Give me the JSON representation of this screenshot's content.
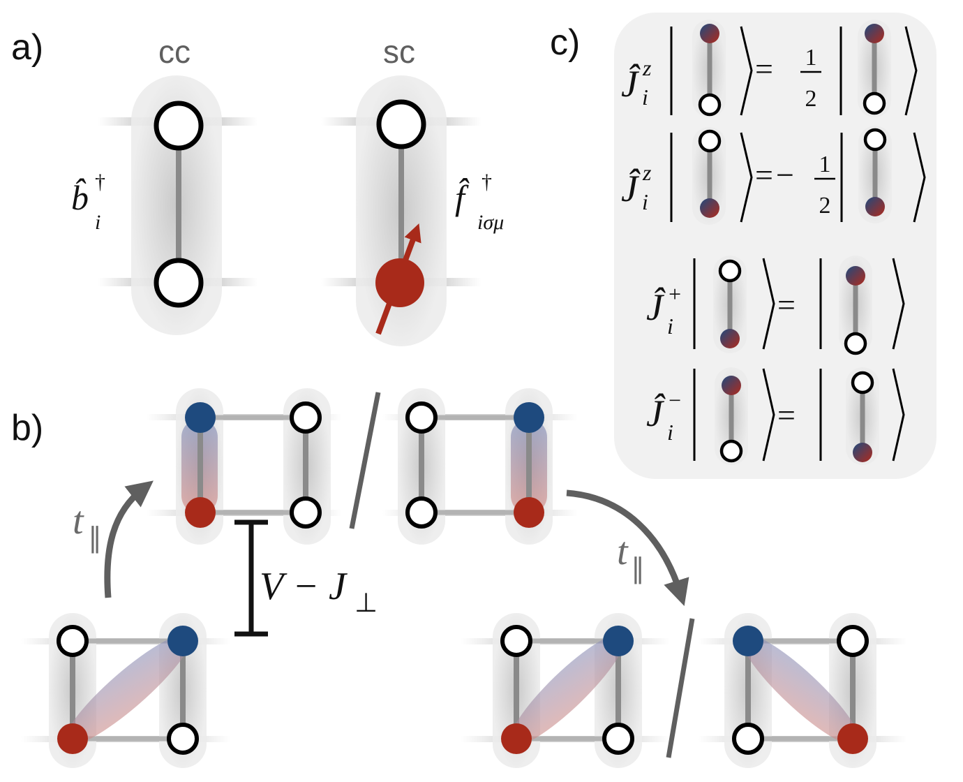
{
  "panels": {
    "a": "a)",
    "b": "b)",
    "c": "c)"
  },
  "panel_a": {
    "label_cc": "cc",
    "label_sc": "sc",
    "op_boson": "b̂",
    "op_boson_sup": "†",
    "op_boson_sub": "i",
    "op_fermion": "f̂",
    "op_fermion_sup": "†",
    "op_fermion_sub": "iσμ"
  },
  "panel_b": {
    "hop_left": "t",
    "hop_left_sub": "∥",
    "hop_right": "t",
    "hop_right_sub": "∥",
    "gap_label": "V − J",
    "gap_label_sub": "⊥"
  },
  "panel_c": {
    "rows": [
      {
        "op": "Ĵ",
        "sup": "z",
        "sub": "i",
        "coef_sign": "",
        "coef_num": "1",
        "coef_den": "2"
      },
      {
        "op": "Ĵ",
        "sup": "z",
        "sub": "i",
        "coef_sign": "−",
        "coef_num": "1",
        "coef_den": "2"
      },
      {
        "op": "Ĵ",
        "sup": "+",
        "sub": "i",
        "coef_sign": "",
        "coef_num": "",
        "coef_den": ""
      },
      {
        "op": "Ĵ",
        "sup": "−",
        "sub": "i",
        "coef_sign": "",
        "coef_num": "",
        "coef_den": ""
      }
    ],
    "equals": "="
  },
  "colors": {
    "red": "#a82a1a",
    "blue": "#1e4a7e",
    "rung": "#8a8a8a",
    "inset_bg": "#f1f1f1"
  }
}
